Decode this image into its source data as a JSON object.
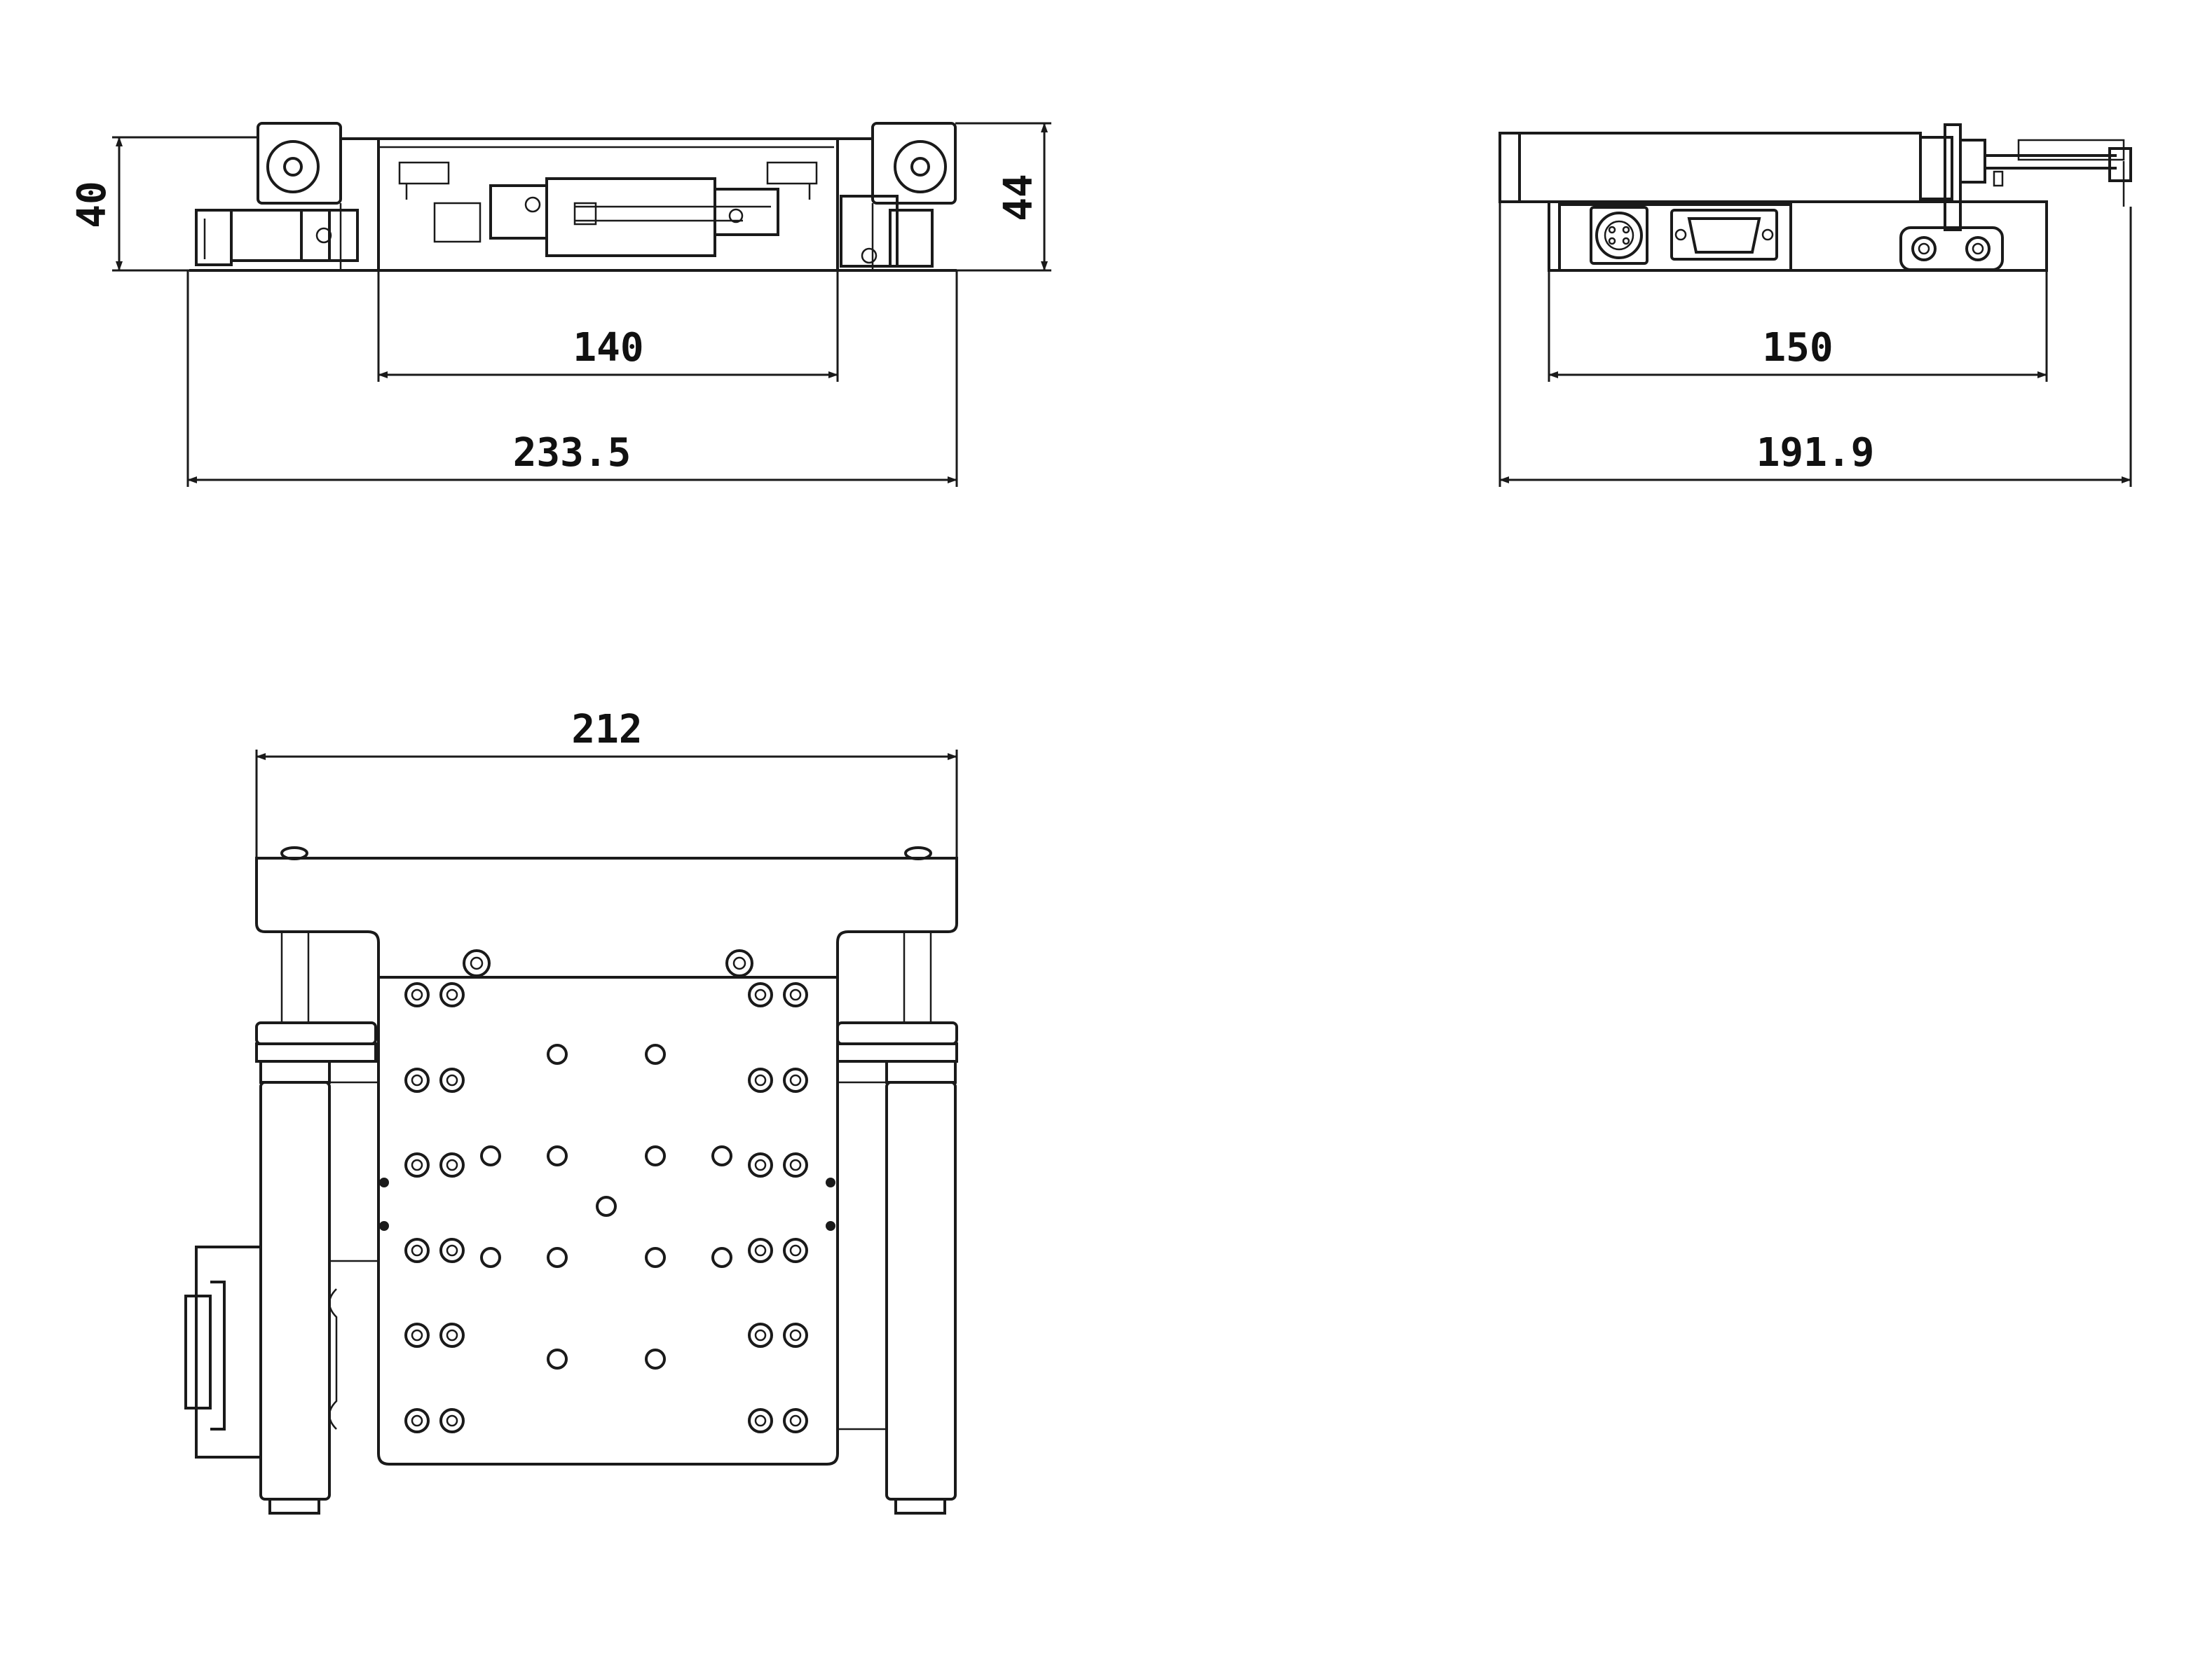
{
  "drawing": {
    "line_color": "#1a1a1a",
    "background": "#ffffff"
  },
  "front_view": {
    "dim_height_left": "40",
    "dim_height_right": "44",
    "dim_inner_width": "140",
    "dim_overall_width": "233.5"
  },
  "side_view": {
    "dim_inner_width": "150",
    "dim_overall_width": "191.9"
  },
  "top_view": {
    "dim_overall_width": "212"
  }
}
